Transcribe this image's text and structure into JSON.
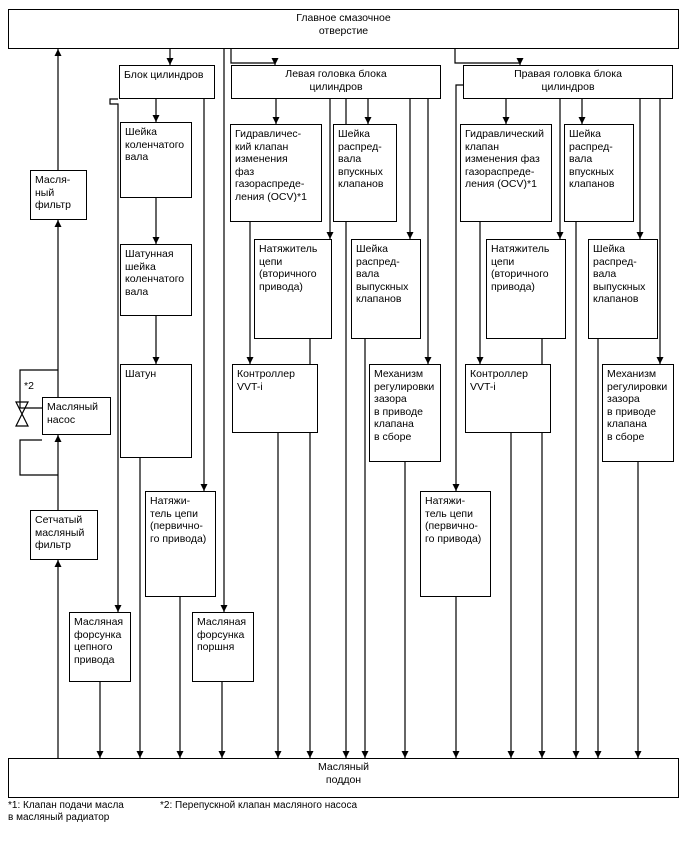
{
  "boxes": {
    "main_hole": "Главное смазочное\nотверстие",
    "block": "Блок цилиндров",
    "left_head": "Левая головка блока\nцилиндров",
    "right_head": "Правая головка блока\nцилиндров",
    "oil_filter": "Масля-\nный\nфильтр",
    "oil_pump": "Масляный\nнасос",
    "strainer": "Сетчатый\nмасляный\nфильтр",
    "crank_journal": "Шейка\nколенчатого\nвала",
    "crank_pin": "Шатунная\nшейка\nколенчатого\nвала",
    "conrod": "Шатун",
    "tensioner_primary_1": "Натяжи-\nтель цепи\n(первично-\nго привода)",
    "chain_jet": "Масляная\nфорсунка\nцепного\nпривода",
    "piston_jet": "Масляная\nфорсунка\nпоршня",
    "ocv_left": "Гидравличес-\nкий клапан\nизменения\nфаз\nгазораспреде-\nления (OCV)*1",
    "intake_cam_left": "Шейка\nраспред-\nвала\nвпускных\nклапанов",
    "tensioner_secondary_left": "Натяжитель\nцепи\n(вторичного\nпривода)",
    "exhaust_cam_left": "Шейка\nраспред-\nвала\nвыпускных\nклапанов",
    "vvt_left": "Контроллер\nVVT-i",
    "lash_left": "Механизм\nрегулировки\nзазора\nв приводе\nклапана\nв сборе",
    "ocv_right": "Гидравлический\nклапан\nизменения фаз\nгазораспреде-\nления (OCV)*1",
    "intake_cam_right": "Шейка\nраспред-\nвала\nвпускных\nклапанов",
    "tensioner_secondary_right": "Натяжитель\nцепи\n(вторичного\nпривода)",
    "exhaust_cam_right": "Шейка\nраспред-\nвала\nвыпускных\nклапанов",
    "vvt_right": "Контроллер\nVVT-i",
    "lash_right": "Механизм\nрегулировки\nзазора\nв приводе\nклапана\nв сборе",
    "tensioner_primary_2": "Натяжи-\nтель цепи\n(первично-\nго привода)",
    "oil_pan": "Масляный\nподдон"
  },
  "bypass_marker": "*2",
  "notes": {
    "note1": "*1: Клапан подачи масла\nв масляный радиатор",
    "note2": "*2: Перепускной клапан масляного насоса"
  }
}
